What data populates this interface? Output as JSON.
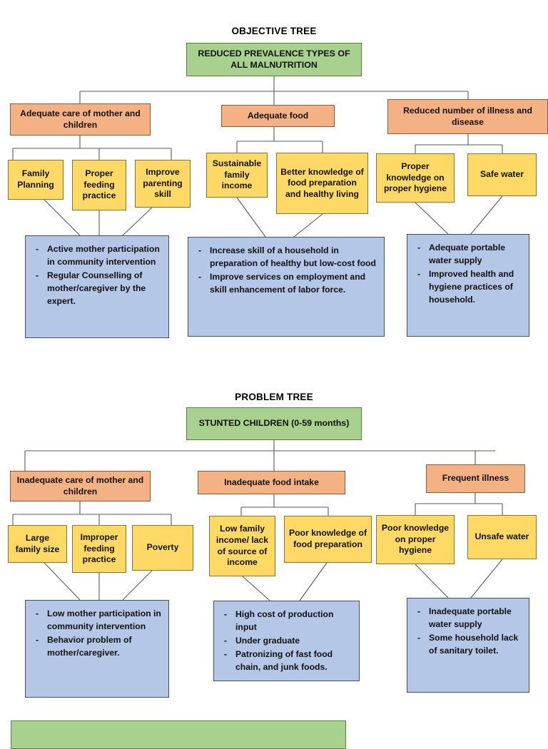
{
  "page": {
    "background": "#ffffff",
    "colors": {
      "green": "#a9d18e",
      "orange": "#f4b183",
      "yellow": "#ffd966",
      "blue": "#b4c7e7",
      "line": "#5a5a5a"
    }
  },
  "objective_tree": {
    "title": "OBJECTIVE TREE",
    "root": "REDUCED PREVALENCE TYPES OF ALL MALNUTRITION",
    "branches": [
      {
        "heading": "Adequate care of mother and children",
        "children": [
          "Family Planning",
          "Proper feeding practice",
          "Improve parenting skill"
        ],
        "outcomes": [
          "Active mother participation in community intervention",
          "Regular Counselling of mother/caregiver by the expert."
        ]
      },
      {
        "heading": "Adequate food",
        "children": [
          "Sustainable family income",
          "Better knowledge of food preparation and healthy living"
        ],
        "outcomes": [
          "Increase skill of a household in preparation of healthy but low-cost food",
          "Improve services on employment and skill enhancement of labor force."
        ]
      },
      {
        "heading": "Reduced number of illness and disease",
        "children": [
          "Proper knowledge on proper hygiene",
          "Safe water"
        ],
        "outcomes": [
          "Adequate portable water supply",
          "Improved health and hygiene practices of household."
        ]
      }
    ]
  },
  "problem_tree": {
    "title": "PROBLEM TREE",
    "root": "STUNTED CHILDREN (0-59 months)",
    "branches": [
      {
        "heading": "Inadequate care of mother and children",
        "children": [
          "Large family size",
          "Improper feeding practice",
          "Poverty"
        ],
        "outcomes": [
          "Low mother participation in community intervention",
          "Behavior problem of mother/caregiver."
        ]
      },
      {
        "heading": "Inadequate food intake",
        "children": [
          "Low family income/ lack of source of income",
          "Poor knowledge of food preparation"
        ],
        "outcomes": [
          "High cost of production input",
          "Under graduate",
          "Patronizing of fast food chain, and junk foods."
        ]
      },
      {
        "heading": "Frequent illness",
        "children": [
          "Poor knowledge on proper hygiene",
          "Unsafe water"
        ],
        "outcomes": [
          "Inadequate portable water supply",
          "Some household lack of sanitary toilet."
        ]
      }
    ]
  },
  "third_tree": {
    "root": ""
  }
}
